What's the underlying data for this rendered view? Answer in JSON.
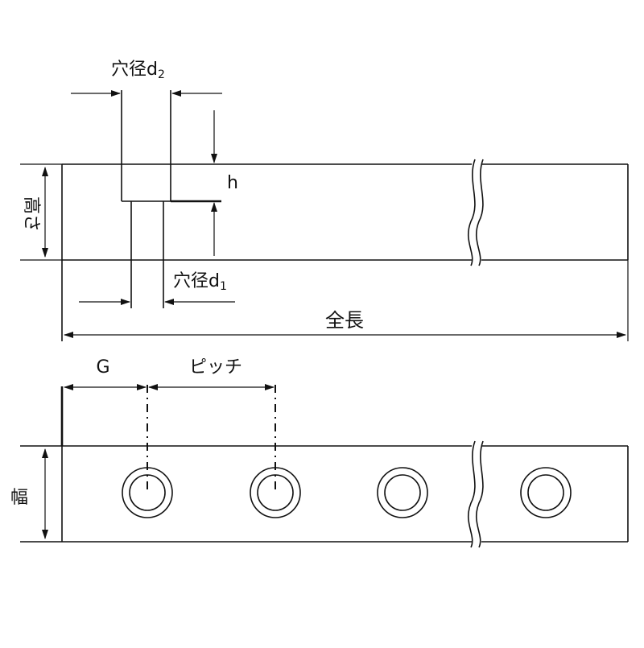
{
  "labels": {
    "hole_d2": "穴径d",
    "hole_d2_sub": "2",
    "hole_d1": "穴径d",
    "hole_d1_sub": "1",
    "h": "h",
    "height": "高さ",
    "total_length": "全長",
    "g": "G",
    "pitch": "ピッチ",
    "width": "幅"
  }
}
